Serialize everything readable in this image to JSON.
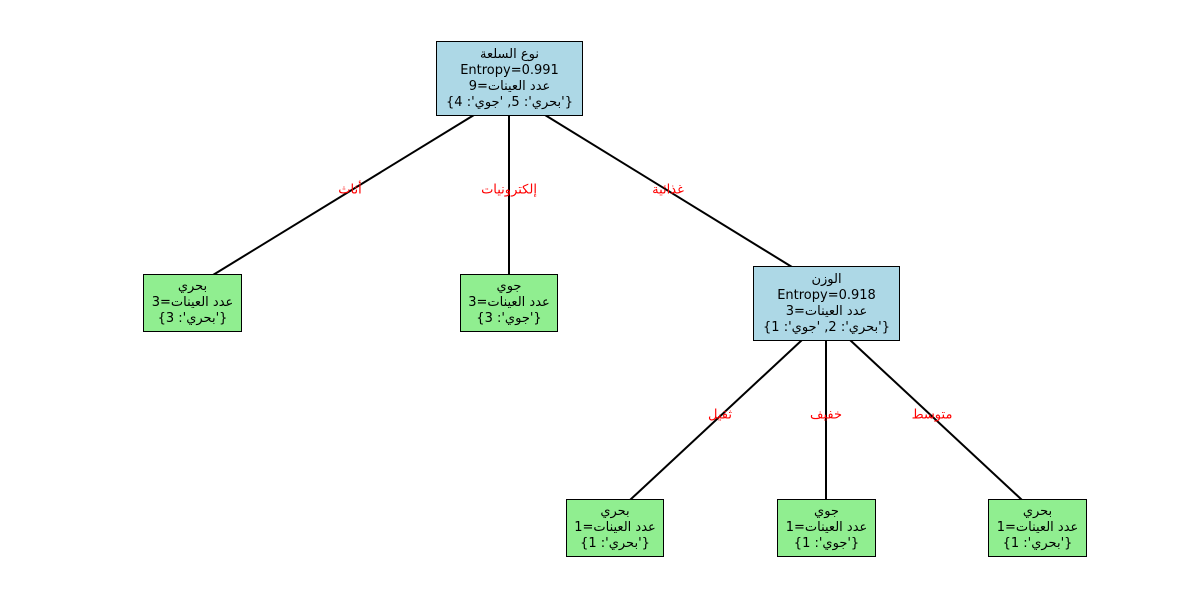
{
  "tree": {
    "nodes": {
      "root": {
        "type": "decision",
        "feature": "نوع السلعة",
        "entropy": "Entropy=0.991",
        "samples": "عدد العينات=9",
        "counts": "{'بحري': 5, 'جوي': 4}"
      },
      "furniture": {
        "type": "leaf",
        "class": "بحري",
        "samples": "عدد العينات=3",
        "counts": "{'بحري': 3}"
      },
      "electronics": {
        "type": "leaf",
        "class": "جوي",
        "samples": "عدد العينات=3",
        "counts": "{'جوي': 3}"
      },
      "weight": {
        "type": "decision",
        "feature": "الوزن",
        "entropy": "Entropy=0.918",
        "samples": "عدد العينات=3",
        "counts": "{'بحري': 2, 'جوي': 1}"
      },
      "heavy": {
        "type": "leaf",
        "class": "بحري",
        "samples": "عدد العينات=1",
        "counts": "{'بحري': 1}"
      },
      "light": {
        "type": "leaf",
        "class": "جوي",
        "samples": "عدد العينات=1",
        "counts": "{'جوي': 1}"
      },
      "medium": {
        "type": "leaf",
        "class": "بحري",
        "samples": "عدد العينات=1",
        "counts": "{'بحري': 1}"
      }
    },
    "edges": {
      "root_furniture": "أثاث",
      "root_electronics": "إلكترونيات",
      "root_food": "غذائية",
      "weight_heavy": "ثقيل",
      "weight_light": "خفيف",
      "weight_medium": "متوسط"
    },
    "colors": {
      "decision_node": "#add8e6",
      "leaf_node": "#90ee90",
      "edge_label": "#ff0000",
      "edge_line": "#000000"
    }
  }
}
